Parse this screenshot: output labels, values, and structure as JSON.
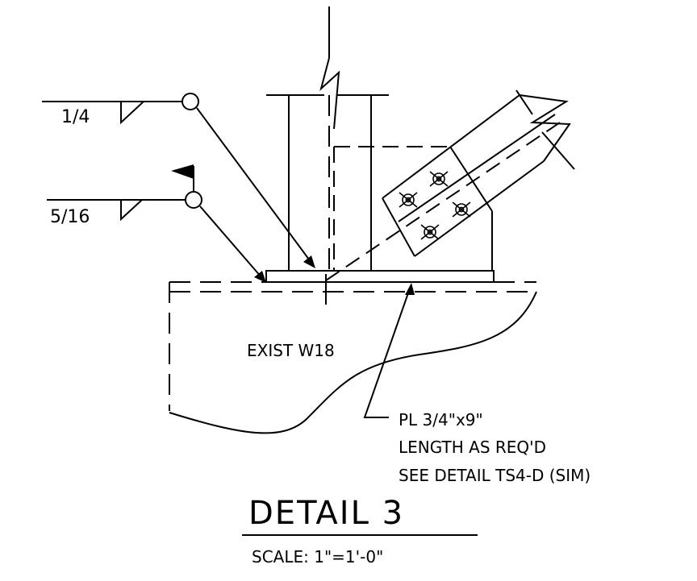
{
  "weld_symbols": [
    {
      "size": "1/4"
    },
    {
      "size": "5/16"
    }
  ],
  "labels": {
    "exist_member": "EXIST W18",
    "plate_line1": "PL 3/4\"x9\"",
    "plate_line2": "LENGTH AS REQ'D",
    "plate_line3": "SEE DETAIL TS4-D (SIM)"
  },
  "title": {
    "detail": "DETAIL 3",
    "scale": "SCALE: 1\"=1'-0\""
  }
}
